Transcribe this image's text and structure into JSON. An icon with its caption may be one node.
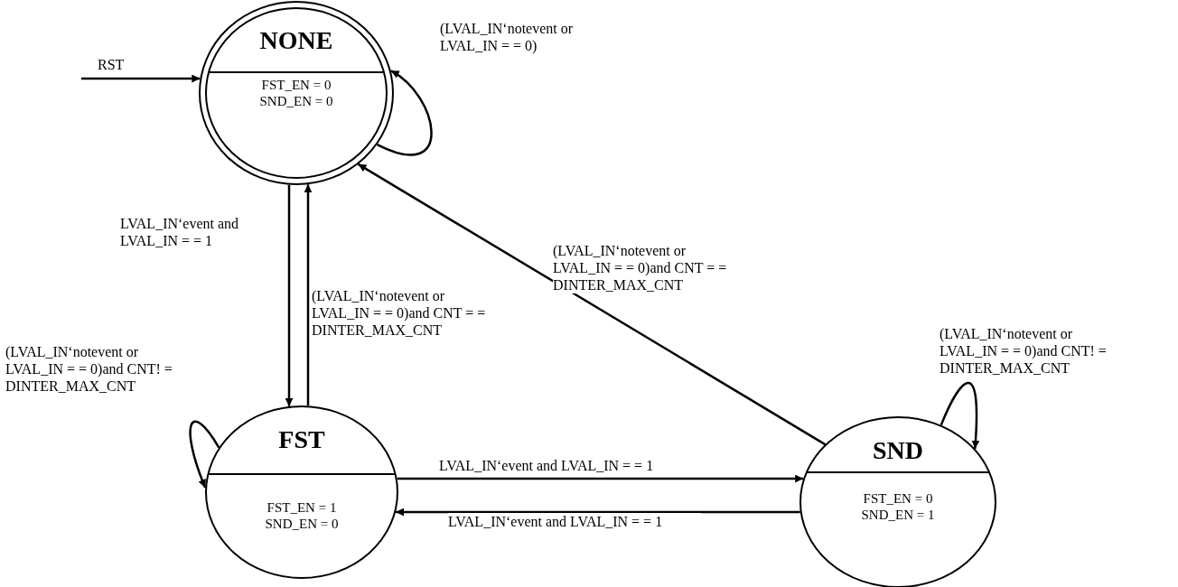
{
  "diagram": {
    "nodes": [
      {
        "text": [
          "NONE",
          "FST_EN = 0 SND_EN = 0"
        ]
      },
      {
        "text": [
          "FST",
          "FST_EN = 1 SND_EN = 0"
        ]
      },
      {
        "text": [
          "SND",
          "FST_EN = 0 SND_EN = 1"
        ]
      }
    ],
    "edges": [
      {
        "from": null,
        "to": 0,
        "arrow": "to",
        "label": "RST"
      },
      {
        "from": 0,
        "to": 0,
        "arrow": "to",
        "label": "(LVAL_IN‘notevent or LVAL_IN = = 0)"
      },
      {
        "from": 0,
        "to": 1,
        "arrow": "to",
        "label": "LVAL_IN‘event and LVAL_IN = = 1"
      },
      {
        "from": 1,
        "to": 0,
        "arrow": "to",
        "label": "(LVAL_IN‘notevent or LVAL_IN = = 0)and CNT = = DINTER_MAX_CNT"
      },
      {
        "from": 1,
        "to": 1,
        "arrow": "to",
        "label": "(LVAL_IN‘notevent or LVAL_IN = = 0)and CNT! = DINTER_MAX_CNT"
      },
      {
        "from": 1,
        "to": 2,
        "arrow": "to",
        "label": "LVAL_IN‘event and LVAL_IN = = 1"
      },
      {
        "from": 2,
        "to": 1,
        "arrow": "to",
        "label": "LVAL_IN‘event and LVAL_IN = = 1"
      },
      {
        "from": 2,
        "to": 0,
        "arrow": "to",
        "label": "(LVAL_IN‘notevent or LVAL_IN = = 0)and CNT = = DINTER_MAX_CNT"
      },
      {
        "from": 2,
        "to": 2,
        "arrow": "to",
        "label": "(LVAL_IN‘notevent or LVAL_IN = = 0)and CNT! = DINTER_MAX_CNT"
      }
    ]
  }
}
